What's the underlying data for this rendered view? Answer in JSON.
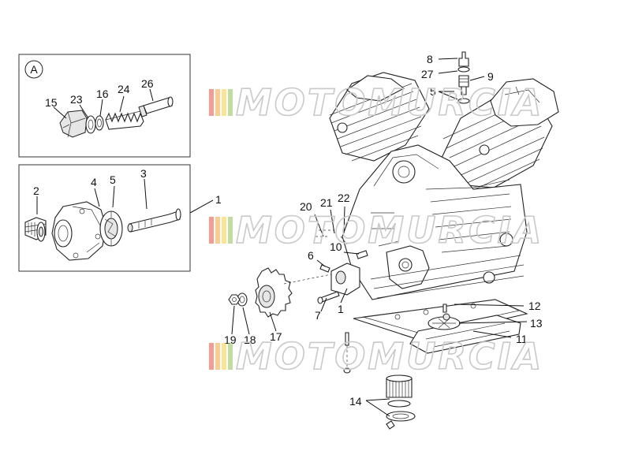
{
  "diagram": {
    "inset_tag": "A",
    "watermark": "MOTOMURCIA",
    "watermark_colors": [
      "#e84a3c",
      "#f6a33a",
      "#f4d23d",
      "#8cc152"
    ],
    "callouts": {
      "c1a": "1",
      "c1b": "1",
      "c2": "2",
      "c3": "3",
      "c4": "4",
      "c5a": "5",
      "c5b": "5",
      "c6": "6",
      "c7": "7",
      "c8": "8",
      "c9": "9",
      "c10": "10",
      "c11": "11",
      "c12": "12",
      "c13": "13",
      "c14": "14",
      "c15": "15",
      "c16": "16",
      "c17": "17",
      "c18": "18",
      "c19": "19",
      "c20": "20",
      "c21": "21",
      "c22": "22",
      "c23": "23",
      "c24": "24",
      "c26": "26",
      "c27": "27"
    }
  }
}
